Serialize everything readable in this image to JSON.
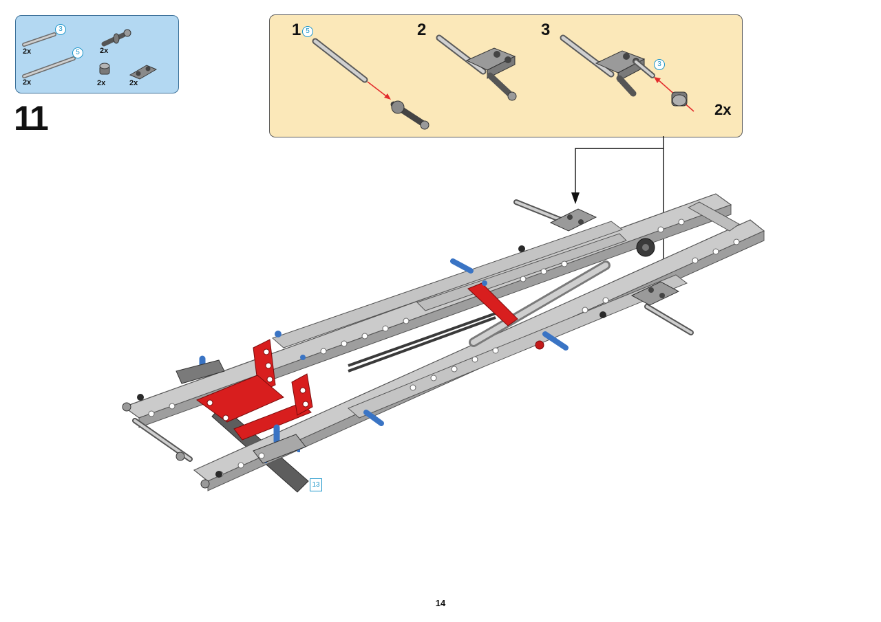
{
  "parts_list": {
    "items": [
      {
        "qty": "2x",
        "length": "3",
        "part": "axle"
      },
      {
        "qty": "2x",
        "length": "5",
        "part": "axle"
      },
      {
        "qty": "2x",
        "length": "",
        "part": "axle pin"
      },
      {
        "qty": "2x",
        "length": "",
        "part": "bush"
      },
      {
        "qty": "2x",
        "length": "",
        "part": "cross block"
      }
    ]
  },
  "step": {
    "number": "11"
  },
  "substeps": {
    "items": [
      {
        "number": "1",
        "length": "5"
      },
      {
        "number": "2",
        "length": ""
      },
      {
        "number": "3",
        "length": "3"
      }
    ],
    "multiplier": "2x"
  },
  "reference": {
    "length": "13"
  },
  "page": {
    "number": "14"
  },
  "colors": {
    "parts_box_bg": "#b3d8f2",
    "substep_box_bg": "#fbe8b9",
    "callout_circle": "#1a94c9",
    "arrow_red": "#e32c2c",
    "beam_grey": "#cbcbcb",
    "red_part": "#d81e1e",
    "blue_pin": "#3a74c4",
    "dark_grey": "#5d5d5d"
  }
}
